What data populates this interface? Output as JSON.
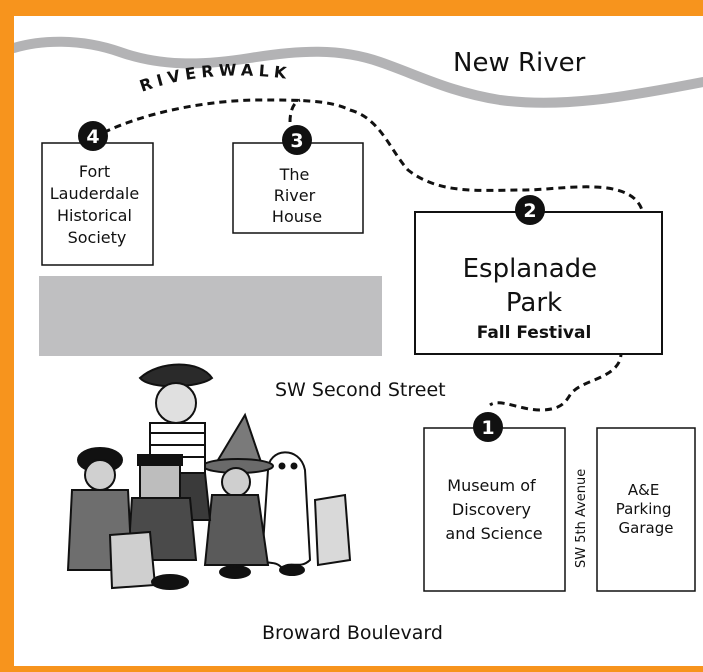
{
  "map": {
    "river_name": "New River",
    "riverwalk_label": "RIVERWALK",
    "street_label": "SW Second Street",
    "avenue_label": "SW 5th Avenue",
    "boulevard_label": "Broward Boulevard",
    "colors": {
      "frame": "#F7941D",
      "river": "#B3B3B5",
      "gray_block": "#BFBFC1",
      "route": "#111111"
    },
    "stops": [
      {
        "number": "1",
        "name_lines": [
          "Museum of",
          "Discovery",
          "and Science"
        ]
      },
      {
        "number": "2",
        "name_lines": [
          "Esplanade",
          "Park"
        ],
        "subtitle": "Fall Festival"
      },
      {
        "number": "3",
        "name_lines": [
          "The",
          "River",
          "House"
        ]
      },
      {
        "number": "4",
        "name_lines": [
          "Fort",
          "Lauderdale",
          "Historical",
          "Society"
        ]
      }
    ],
    "parking": {
      "name_lines": [
        "A&E",
        "Parking",
        "Garage"
      ]
    },
    "illustration": "trick-or-treat-kids-illustration"
  }
}
